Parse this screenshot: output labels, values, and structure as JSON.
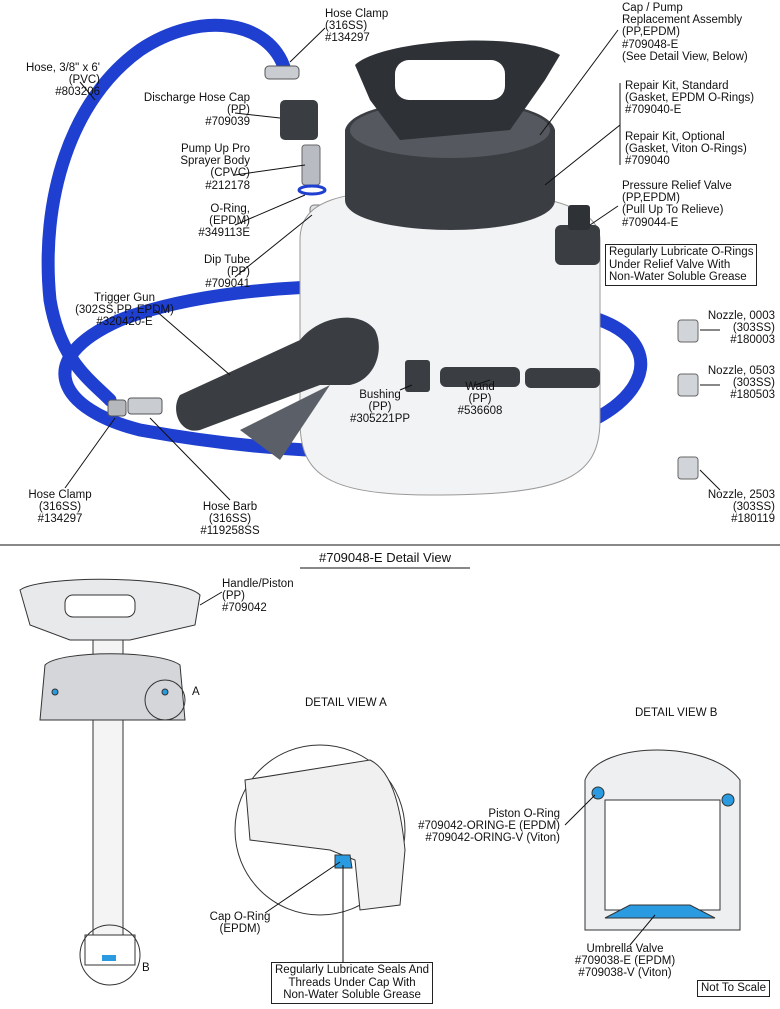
{
  "colors": {
    "hose": "#1f3fd0",
    "oring": "#2a9be0",
    "plastic_dark": "#3a3d42",
    "tank": "#f2f3f5"
  },
  "labels": {
    "hose_clamp_top": [
      "Hose Clamp",
      "(316SS)",
      "#134297"
    ],
    "hose": [
      "Hose, 3/8\" x 6'",
      "(PVC)",
      "#803206"
    ],
    "discharge_cap": [
      "Discharge Hose Cap",
      "(PP)",
      "#709039"
    ],
    "sprayer_body": [
      "Pump Up Pro",
      "Sprayer Body",
      "(CPVC)",
      "#212178"
    ],
    "o_ring": [
      "O-Ring,",
      "(EPDM)",
      "#349113E"
    ],
    "dip_tube": [
      "Dip Tube",
      "(PP)",
      "#709041"
    ],
    "trigger_gun": [
      "Trigger Gun",
      "(302SS,PP, EPDM)",
      "#320420-E"
    ],
    "cap_pump": [
      "Cap / Pump",
      "Replacement Assembly",
      "(PP,EPDM)",
      "#709048-E",
      "(See Detail View, Below)"
    ],
    "repair_std": [
      "Repair Kit, Standard",
      "(Gasket, EPDM O-Rings)",
      "#709040-E"
    ],
    "repair_opt": [
      "Repair Kit, Optional",
      "(Gasket, Viton O-Rings)",
      "#709040"
    ],
    "relief_valve": [
      "Pressure Relief Valve",
      "(PP,EPDM)",
      "(Pull Up To Relieve)",
      "#709044-E"
    ],
    "relief_note": [
      "Regularly Lubricate O-Rings",
      "Under Relief Valve With",
      "Non-Water Soluble Grease"
    ],
    "nozzle_0003": [
      "Nozzle, 0003",
      "(303SS)",
      "#180003"
    ],
    "nozzle_0503": [
      "Nozzle, 0503",
      "(303SS)",
      "#180503"
    ],
    "nozzle_2503": [
      "Nozzle, 2503",
      "(303SS)",
      "#180119"
    ],
    "wand": [
      "Wand",
      "(PP)",
      "#536608"
    ],
    "bushing": [
      "Bushing",
      "(PP)",
      "#305221PP"
    ],
    "hose_clamp_bottom": [
      "Hose Clamp",
      "(316SS)",
      "#134297"
    ],
    "hose_barb": [
      "Hose Barb",
      "(316SS)",
      "#119258SS"
    ],
    "handle_piston": [
      "Handle/Piston",
      "(PP)",
      "#709042"
    ],
    "piston_oring": [
      "Piston O-Ring",
      "#709042-ORING-E (EPDM)",
      "#709042-ORING-V (Viton)"
    ],
    "cap_oring": [
      "Cap O-Ring",
      "(EPDM)"
    ],
    "seals_note": [
      "Regularly Lubricate Seals And",
      "Threads Under Cap With",
      "Non-Water Soluble Grease"
    ],
    "umbrella_valve": [
      "Umbrella Valve",
      "#709038-E (EPDM)",
      "#709038-V (Viton)"
    ]
  },
  "detail": {
    "title": "#709048-E Detail View",
    "view_a": "DETAIL VIEW A",
    "view_b": "DETAIL VIEW B",
    "marker_a": "A",
    "marker_b": "B",
    "not_to_scale": "Not To Scale"
  }
}
